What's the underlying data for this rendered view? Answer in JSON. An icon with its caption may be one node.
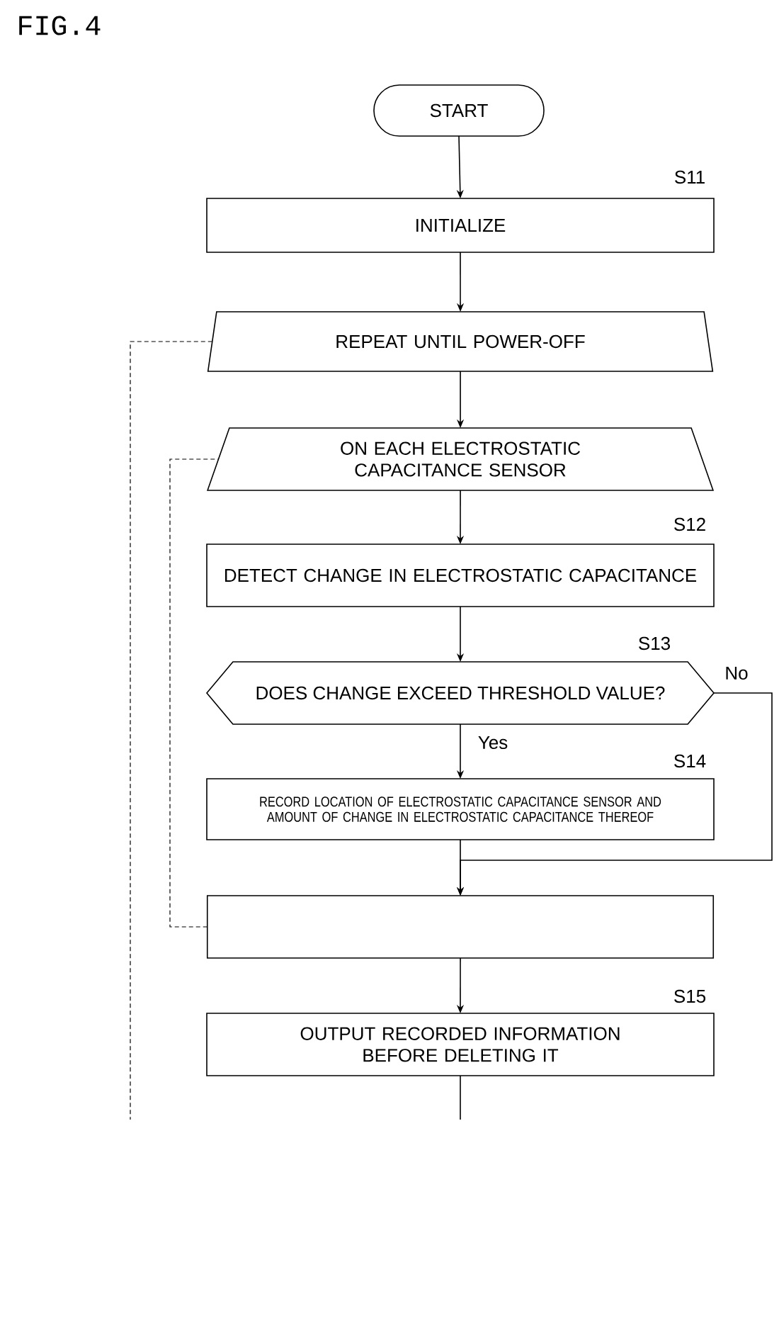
{
  "diagram": {
    "nodes": [
      {
        "text": [
          "START"
        ]
      },
      {
        "text": [
          "INITIALIZE"
        ],
        "beside": [
          "S11"
        ]
      },
      {
        "text": [
          "REPEAT UNTIL POWER-OFF"
        ]
      },
      {
        "text": [
          "ON EACH ELECTROSTATIC CAPACITANCE SENSOR"
        ]
      },
      {
        "text": [
          "DETECT CHANGE IN ELECTROSTATIC CAPACITANCE"
        ],
        "beside": [
          "S12"
        ]
      },
      {
        "text": [
          "DOES CHANGE EXCEED THRESHOLD VALUE?"
        ],
        "beside": [
          "S13"
        ]
      },
      {
        "text": [
          "RECORD LOCATION OF ELECTROSTATIC CAPACITANCE SENSOR AND AMOUNT OF CHANGE IN ELECTROSTATIC CAPACITANCE THEREOF"
        ],
        "beside": [
          "S14"
        ]
      },
      {
        "text": [],
        "shape": "trapezoid"
      },
      {
        "text": [
          "OUTPUT RECORDED INFORMATION BEFORE DELETING IT"
        ],
        "beside": [
          "S15"
        ]
      }
    ],
    "edges": [
      {
        "from": 0,
        "to": 1,
        "arrow": "to"
      },
      {
        "from": 1,
        "to": 2,
        "arrow": "to"
      },
      {
        "from": 2,
        "to": 3,
        "arrow": "to"
      },
      {
        "from": 3,
        "to": 4,
        "arrow": "to"
      },
      {
        "from": 4,
        "to": 5,
        "arrow": "to"
      },
      {
        "from": 5,
        "to": 6,
        "arrow": "to",
        "label": "Yes"
      },
      {
        "from": 5,
        "to": 7,
        "arrow": "to",
        "label": "No"
      },
      {
        "from": 6,
        "to": 7,
        "arrow": "to"
      },
      {
        "from": 7,
        "to": 8,
        "arrow": "to"
      },
      {
        "from": 8,
        "to": null,
        "arrow": "none"
      },
      {
        "from": 7,
        "to": 3,
        "arrow": "none",
        "style": "dashed"
      },
      {
        "from": 2,
        "to": null,
        "arrow": "none",
        "style": "dashed"
      }
    ],
    "labels": [
      "FIG.4"
    ]
  }
}
